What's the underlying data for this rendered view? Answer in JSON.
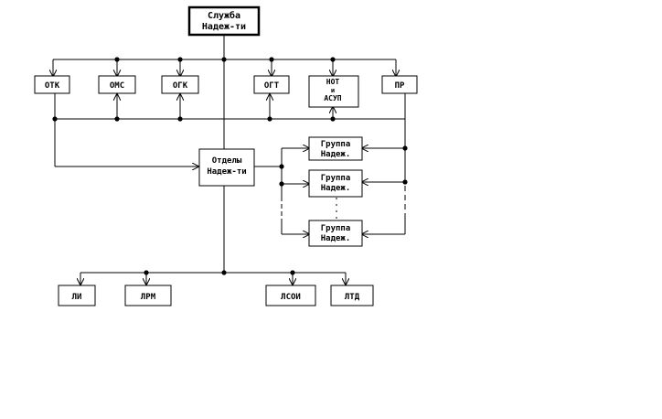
{
  "service": {
    "line1": "Служба",
    "line2": "Надеж-ти"
  },
  "top_departments": {
    "otk": "ОТК",
    "oms": "ОМС",
    "ogk": "ОГК",
    "ogt": "ОГТ",
    "not": {
      "line1": "НОТ",
      "line2": "и",
      "line3": "АСУП"
    },
    "pr": "ПР"
  },
  "center": {
    "line1": "Отделы",
    "line2": "Надеж-ти"
  },
  "groups": [
    {
      "line1": "Группа",
      "line2": "Надеж."
    },
    {
      "line1": "Группа",
      "line2": "Надеж."
    },
    {
      "line1": "Группа",
      "line2": "Надеж."
    }
  ],
  "labs": {
    "li": "ЛИ",
    "lrm": "ЛРМ",
    "lsoi": "ЛСОИ",
    "ltd": "ЛТД"
  }
}
